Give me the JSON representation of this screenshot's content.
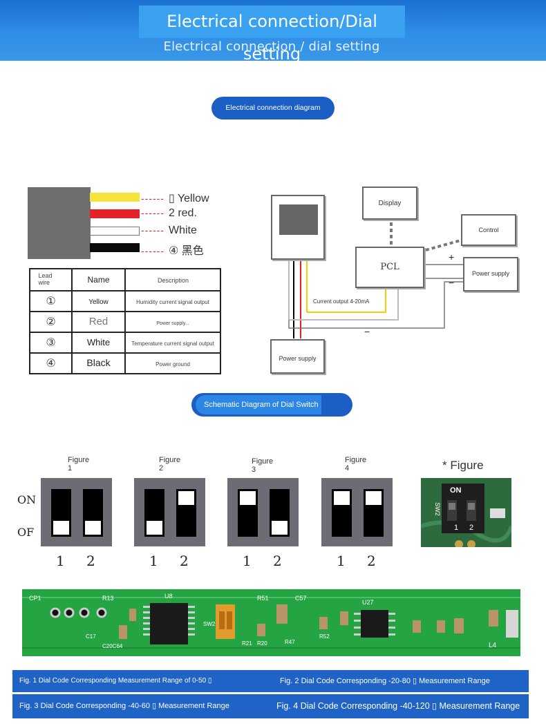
{
  "header": {
    "title": "Electrical connection/Dial setting",
    "subtitle": "Electrical connection / dial setting"
  },
  "sections": {
    "wiring_heading": "Electrical connection diagram",
    "dial_heading": "Schematic Diagram of Dial Switch"
  },
  "wire_labels": [
    {
      "text": "▯ Yellow",
      "color": "#f5e23a"
    },
    {
      "text": "2 red.",
      "color": "#e52228"
    },
    {
      "text": "White",
      "color": "#ffffff"
    },
    {
      "text": "④ 黑色",
      "color": "#0a0a0a"
    }
  ],
  "table": {
    "headers": {
      "lead": "Lead wire",
      "name": "Name",
      "desc": "Description"
    },
    "rows": [
      {
        "num": "①",
        "name": "Yellow",
        "desc": "Humidity current signal output"
      },
      {
        "num": "②",
        "name": "Red",
        "desc": "Power supply..."
      },
      {
        "num": "③",
        "name": "White",
        "desc": "Temperature current signal output"
      },
      {
        "num": "④",
        "name": "Black",
        "desc": "Power ground"
      }
    ]
  },
  "connection_diagram": {
    "display": "Display",
    "control": "Control",
    "pcl": "PCL",
    "power_supply_right": "Power supply",
    "power_supply_bottom": "Power supply",
    "current_output": "Current output 4-20mA",
    "plus": "+",
    "minus_right": "−",
    "minus_bottom": "−"
  },
  "dial": {
    "on_label": "ON",
    "off_label": "OF",
    "figures": [
      {
        "caption_top": "Figure",
        "caption_bottom": "1",
        "sw1": "off",
        "sw2": "off",
        "n1": "1",
        "n2": "2"
      },
      {
        "caption_top": "Figure",
        "caption_bottom": "2",
        "sw1": "off",
        "sw2": "on",
        "n1": "1",
        "n2": "2"
      },
      {
        "caption_top": "Figure",
        "caption_bottom": "3",
        "sw1": "on",
        "sw2": "off",
        "n1": "1",
        "n2": "2"
      },
      {
        "caption_top": "Figure",
        "caption_bottom": "4",
        "sw1": "on",
        "sw2": "on",
        "n1": "1",
        "n2": "2"
      }
    ],
    "photo_caption": "* Figure",
    "photo_labels": {
      "on": "ON",
      "sw": "SW2",
      "n1": "1",
      "n2": "2"
    }
  },
  "pcb_labels": {
    "cp1": "CP1",
    "r13": "R13",
    "u8": "U8",
    "r51": "R51",
    "c57": "C57",
    "u27": "U27",
    "l4": "L4",
    "sw2": "SW2",
    "r21": "R21",
    "r20": "R20",
    "r47": "R47",
    "r52": "R52",
    "c64": "C20C64",
    "c17": "C17"
  },
  "captions": {
    "fig1": "Fig. 1 Dial Code Corresponding Measurement Range of 0-50 ▯",
    "fig2": "Fig. 2 Dial Code Corresponding -20-80 ▯ Measurement Range",
    "fig3": "Fig. 3 Dial Code Corresponding -40-60 ▯ Measurement Range",
    "fig4": "Fig. 4 Dial Code Corresponding -40-120 ▯ Measurement Range"
  }
}
